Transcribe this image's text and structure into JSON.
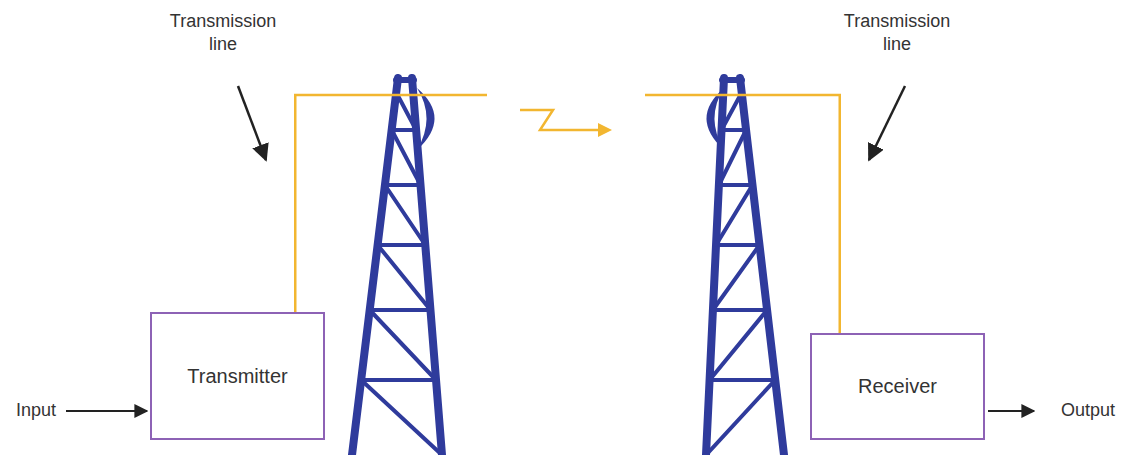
{
  "diagram": {
    "nodes": [
      {
        "text": [
          "Transmitter"
        ]
      },
      {
        "text": [
          "Receiver"
        ]
      }
    ],
    "edges": [
      {
        "from": 0,
        "to": 1,
        "arrow": "to"
      }
    ],
    "labels": [
      "Transmission line",
      "Transmission line",
      "Input",
      "Output"
    ]
  }
}
